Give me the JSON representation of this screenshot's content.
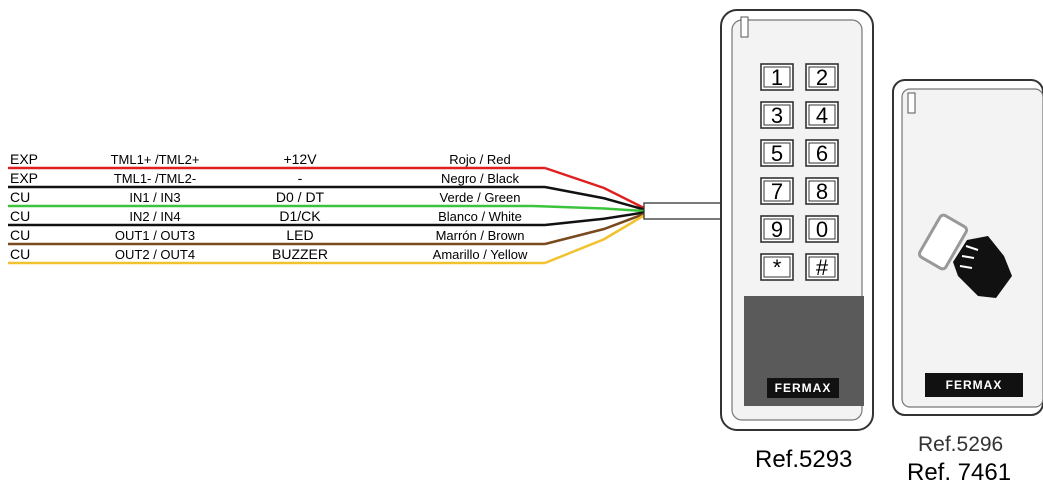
{
  "wiring": [
    {
      "group": "EXP",
      "terminal": "TML1+ /TML2+",
      "signal": "+12V",
      "wire": "Rojo / Red",
      "color": "#e02020"
    },
    {
      "group": "EXP",
      "terminal": "TML1- /TML2-",
      "signal": "-",
      "wire": "Negro / Black",
      "color": "#111111"
    },
    {
      "group": "CU",
      "terminal": "IN1 / IN3",
      "signal": "D0 / DT",
      "wire": "Verde / Green",
      "color": "#3cc43c"
    },
    {
      "group": "CU",
      "terminal": "IN2 / IN4",
      "signal": "D1/CK",
      "wire": "Blanco / White",
      "color": "#111111"
    },
    {
      "group": "CU",
      "terminal": "OUT1 / OUT3",
      "signal": "LED",
      "wire": "Marrón / Brown",
      "color": "#7a4a1e"
    },
    {
      "group": "CU",
      "terminal": "OUT2 / OUT4",
      "signal": "BUZZER",
      "wire": "Amarillo / Yellow",
      "color": "#f2c12e"
    }
  ],
  "keypad": {
    "keys": [
      "1",
      "2",
      "3",
      "4",
      "5",
      "6",
      "7",
      "8",
      "9",
      "0",
      "*",
      "#"
    ],
    "brand": "FERMAX",
    "ref": "Ref.5293"
  },
  "reader": {
    "brand": "FERMAX",
    "ref_primary": "Ref.5296",
    "ref_secondary": "Ref. 7461"
  }
}
